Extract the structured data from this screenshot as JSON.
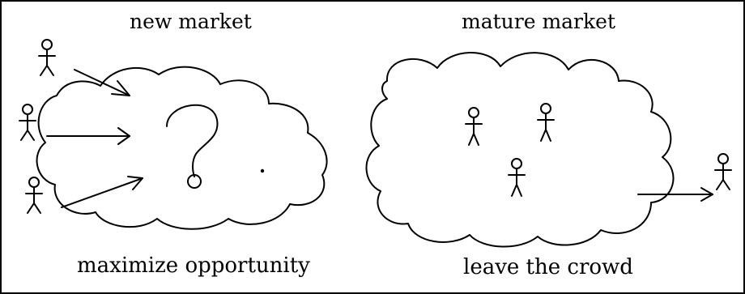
{
  "panels": {
    "left": {
      "title": "new market",
      "caption": "maximize opportunity"
    },
    "right": {
      "title": "mature market",
      "caption": "leave the crowd"
    }
  },
  "icons": {
    "person": "stick-figure",
    "arrow": "arrow-right",
    "unknown": "question-mark"
  },
  "colors": {
    "ink": "#000000",
    "background": "#ffffff"
  }
}
